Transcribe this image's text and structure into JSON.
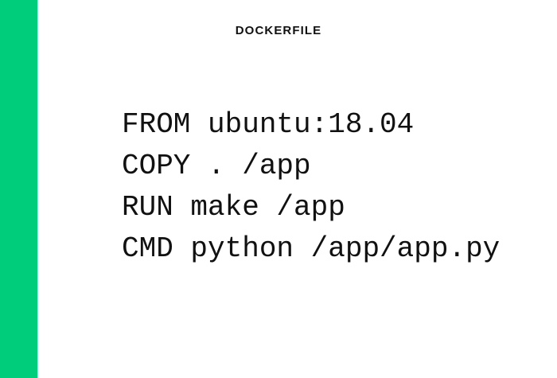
{
  "slide": {
    "title": "DOCKERFILE",
    "background_color": "#ffffff",
    "accent_color": "#00cd7b",
    "text_color": "#111111"
  },
  "code": {
    "language": "dockerfile",
    "lines": [
      "FROM ubuntu:18.04",
      "COPY . /app",
      "RUN make /app",
      "CMD python /app/app.py"
    ]
  }
}
